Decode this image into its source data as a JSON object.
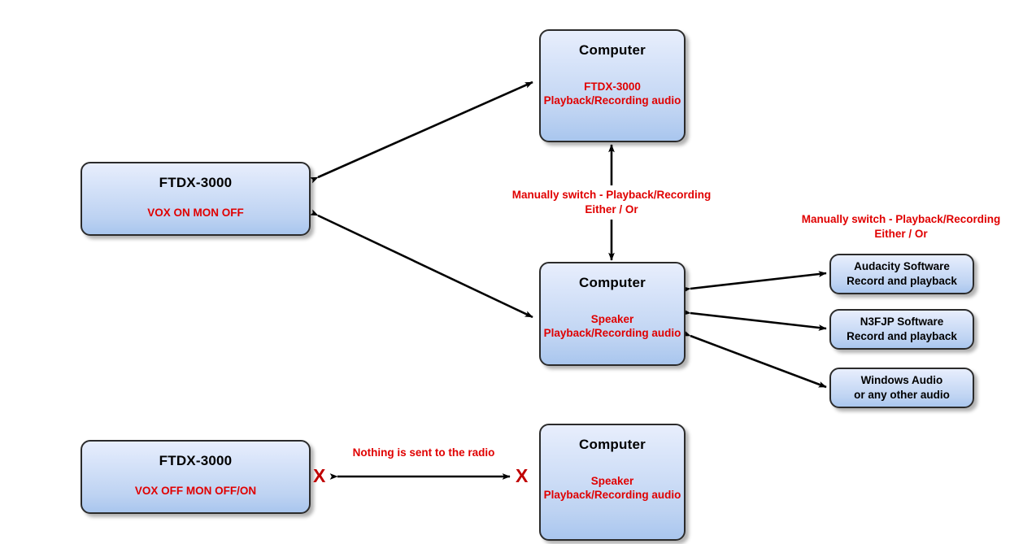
{
  "diagram": {
    "type": "flow-diagram",
    "title_text": "",
    "colors": {
      "box_fill_top": "#e8eefc",
      "box_fill_bottom": "#a9c6ee",
      "box_border": "#2b2b2b",
      "red_text": "#e00000",
      "x_mark": "#c00000",
      "arrow": "#000000",
      "background": "#ffffff"
    },
    "nodes": [
      {
        "id": "radio-top",
        "kind": "radio",
        "title": "FTDX-3000",
        "detail": "VOX ON\nMON OFF"
      },
      {
        "id": "computer-top",
        "kind": "computer",
        "title": "Computer",
        "detail": "FTDX-3000\nPlayback/Recording\naudio"
      },
      {
        "id": "computer-middle",
        "kind": "computer",
        "title": "Computer",
        "detail": "Speaker\nPlayback/Recording\naudio"
      },
      {
        "id": "software-audacity",
        "kind": "software",
        "title": "Audacity Software\nRecord and playback",
        "detail": ""
      },
      {
        "id": "software-n3fjp",
        "kind": "software",
        "title": "N3FJP Software\nRecord and playback",
        "detail": ""
      },
      {
        "id": "software-windows-audio",
        "kind": "software",
        "title": "Windows Audio\nor any other audio",
        "detail": ""
      },
      {
        "id": "radio-bottom",
        "kind": "radio",
        "title": "FTDX-3000",
        "detail": "VOX OFF\nMON OFF/ON"
      },
      {
        "id": "computer-bottom",
        "kind": "computer",
        "title": "Computer",
        "detail": "Speaker\nPlayback/Recording\naudio"
      }
    ],
    "labels": {
      "switch_center": "Manually switch - Playback/Recording\nEither / Or",
      "switch_right": "Manually switch - Playback/Recording\nEither / Or",
      "nothing_sent": "Nothing is sent to the radio",
      "x_left": "X",
      "x_right": "X"
    }
  }
}
